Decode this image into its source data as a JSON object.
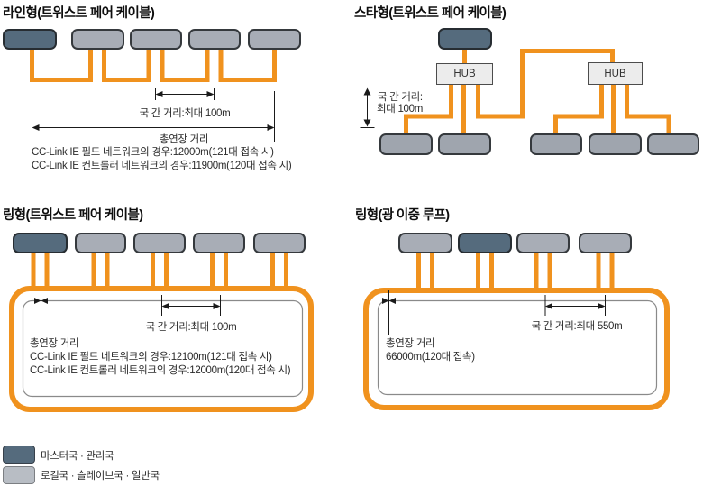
{
  "panels": {
    "line": {
      "title": "라인형(트위스트 페어 케이블)",
      "station_distance_label": "국 간 거리:최대 100m",
      "total_distance_label": "총연장 거리",
      "detail_lines": [
        "CC-Link IE 필드 네트워크의 경우:12000m(121대 접속 시)",
        "CC-Link IE 컨트롤러 네트워크의 경우:11900m(120대 접속 시)"
      ],
      "station_count": 5
    },
    "star": {
      "title": "스타형(트위스트 페어 케이블)",
      "hub_label": "HUB",
      "station_distance_line1": "국 간 거리:",
      "station_distance_line2": "최대 100m",
      "hub_count": 2,
      "station_count": 6
    },
    "ring_tp": {
      "title": "링형(트위스트 페어 케이블)",
      "station_distance_label": "국 간 거리:최대 100m",
      "total_distance_label": "총연장 거리",
      "detail_lines": [
        "CC-Link IE 필드 네트워크의 경우:12100m(121대 접속 시)",
        "CC-Link IE 컨트롤러 네트워크의 경우:12000m(120대 접속 시)"
      ],
      "station_count": 5
    },
    "ring_optical": {
      "title": "링형(광 이중 루프)",
      "station_distance_label": "국 간 거리:최대 550m",
      "total_distance_label": "총연장 거리",
      "detail_lines": [
        "66000m(120대 접속)"
      ],
      "station_count": 4
    }
  },
  "legend": {
    "master_label": "마스터국 · 관리국",
    "local_label": "로컬국 · 슬레이브국 · 일반국"
  },
  "colors": {
    "master_station": "#556b7d",
    "station": "#a8adb6",
    "cable_orange": "#f0921e",
    "measure_line": "#1a1a1a"
  }
}
